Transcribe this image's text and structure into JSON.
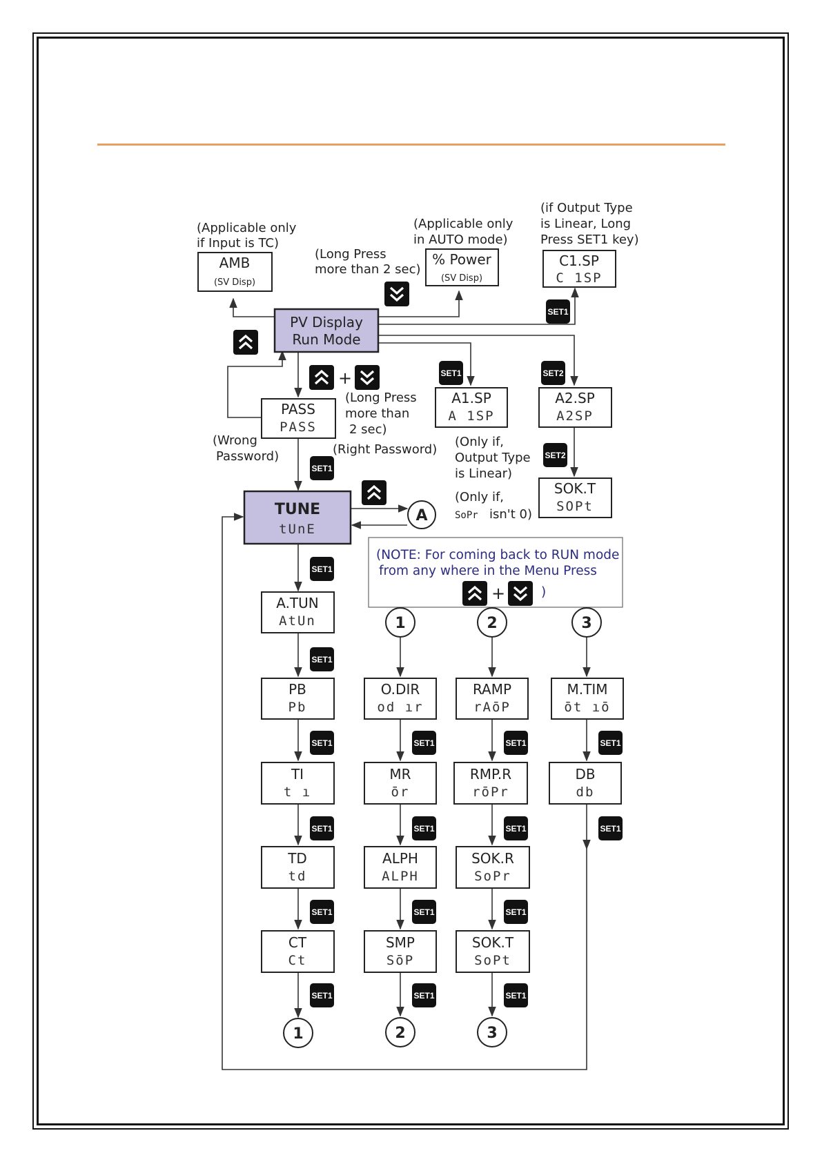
{
  "boxes": {
    "amb": {
      "title": "AMB",
      "sub": "(SV Disp)"
    },
    "power": {
      "title": "% Power",
      "sub": "(SV Disp)"
    },
    "c1sp": {
      "title": "C1.SP",
      "seg": "C 1SP"
    },
    "pv": {
      "line1": "PV Display",
      "line2": "Run Mode"
    },
    "pass": {
      "title": "PASS",
      "seg": "PASS"
    },
    "a1sp": {
      "title": "A1.SP",
      "seg": "A 1SP"
    },
    "a2sp": {
      "title": "A2.SP",
      "seg": "A2SP"
    },
    "sokt_top": {
      "title": "SOK.T",
      "seg": "SOPt"
    },
    "tune": {
      "title": "TUNE",
      "seg": "tUnE"
    },
    "atun": {
      "title": "A.TUN",
      "seg": "AtUn"
    },
    "pb": {
      "title": "PB",
      "seg": "Pb"
    },
    "ti": {
      "title": "TI",
      "seg": "t ı"
    },
    "td": {
      "title": "TD",
      "seg": "td"
    },
    "ct": {
      "title": "CT",
      "seg": "Ct"
    },
    "odir": {
      "title": "O.DIR",
      "seg": "od ır"
    },
    "mr": {
      "title": "MR",
      "seg": "ōr"
    },
    "alph": {
      "title": "ALPH",
      "seg": "ALPH"
    },
    "smp": {
      "title": "SMP",
      "seg": "SōP"
    },
    "ramp": {
      "title": "RAMP",
      "seg": "rAōP"
    },
    "rmpr": {
      "title": "RMP.R",
      "seg": "rōPr"
    },
    "sokr": {
      "title": "SOK.R",
      "seg": "SoPr"
    },
    "sokt2": {
      "title": "SOK.T",
      "seg": "SoPt"
    },
    "mtim": {
      "title": "M.TIM",
      "seg": "ōt ıō"
    },
    "db": {
      "title": "DB",
      "seg": "db"
    }
  },
  "notes": {
    "amb_1": "(Applicable only",
    "amb_2": "if Input is TC)",
    "lp_1": "(Long Press",
    "lp_2": "more than 2 sec)",
    "auto_1": "(Applicable only",
    "auto_2": "in AUTO mode)",
    "lin_1": "(if Output Type",
    "lin_2": "is Linear, Long",
    "lin_3": "Press SET1 key)",
    "lp2_1": "(Long Press",
    "lp2_2": "more than",
    "lp2_3": "2 sec)",
    "right_pw": "(Right Password)",
    "wrong_1": "(Wrong",
    "wrong_2": "Password)",
    "only_1": "(Only if,",
    "only_2": "Output Type",
    "only_3": "is Linear)",
    "sopr_1": "(Only if,",
    "sopr_2": "SoPr",
    "sopr_3": "isn't 0)",
    "run_1": "(NOTE: For coming back to RUN mode",
    "run_2": "from any where in the Menu Press",
    "run_3": ")",
    "plus": "+"
  },
  "keys": {
    "set1": "SET1",
    "set2": "SET2"
  },
  "connectors": {
    "a": "A",
    "c1": "1",
    "c2": "2",
    "c3": "3"
  },
  "colors": {
    "highlight": "#c5bfe0",
    "rule": "#e8a060",
    "note": "#2c2c80",
    "key": "#111111"
  }
}
